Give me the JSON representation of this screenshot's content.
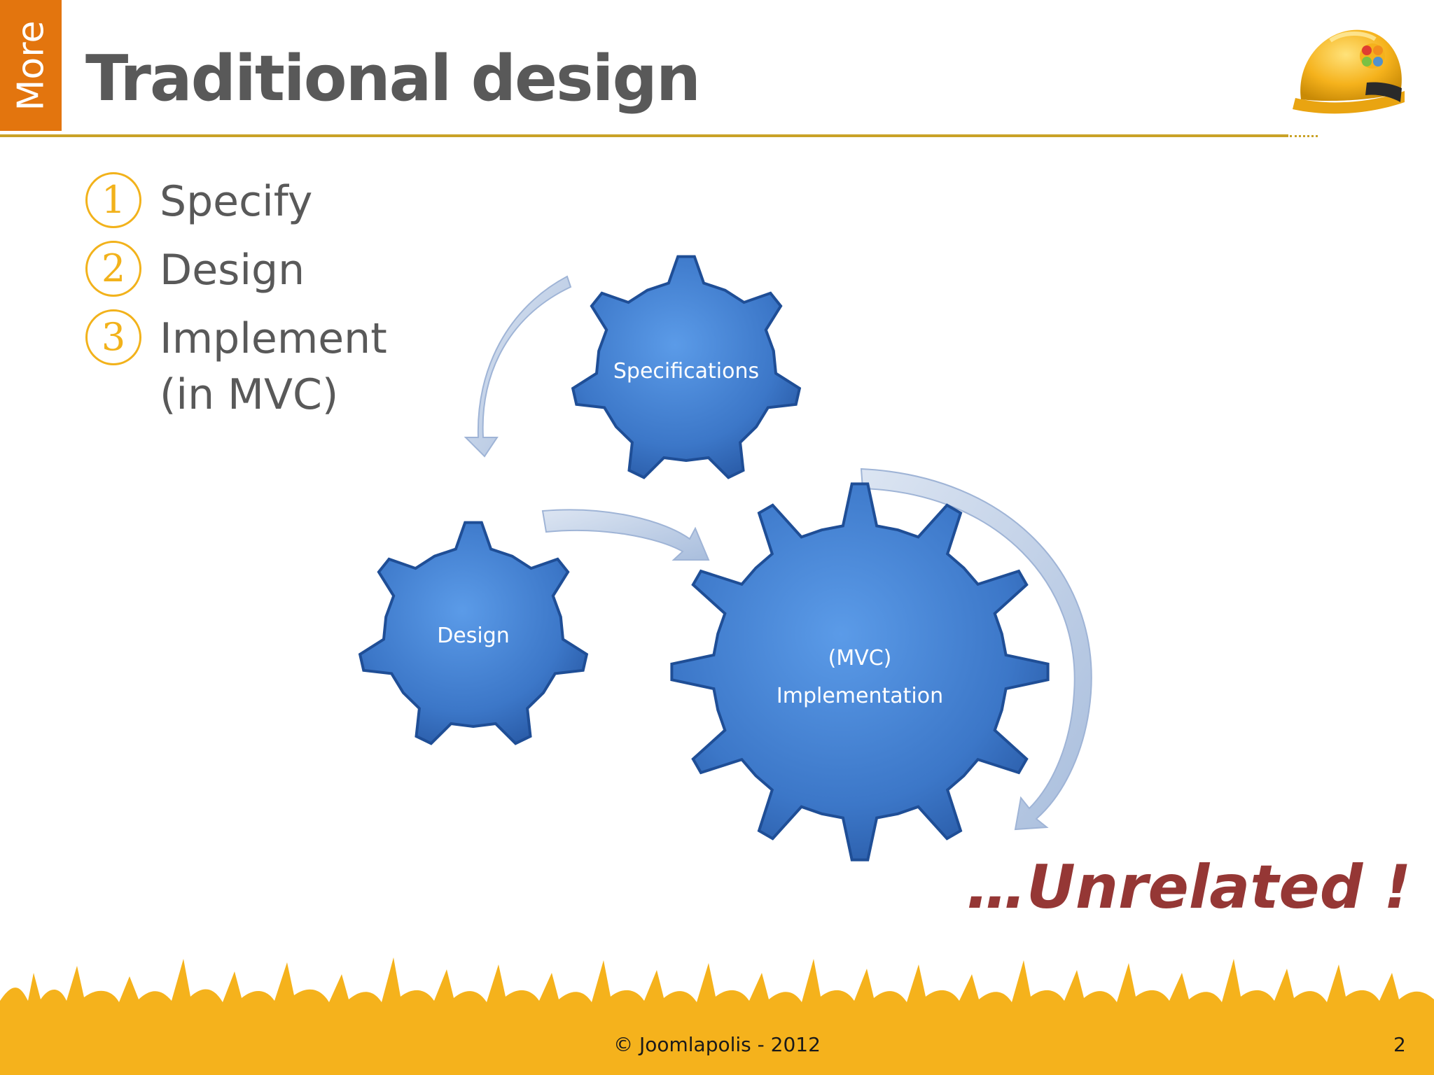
{
  "header": {
    "tab_label": "More",
    "title": "Traditional design"
  },
  "steps": [
    {
      "number": "1",
      "label": "Specify"
    },
    {
      "number": "2",
      "label": "Design"
    },
    {
      "number": "3",
      "label": "Implement",
      "label_line2": "(in MVC)"
    }
  ],
  "diagram": {
    "gears": [
      {
        "id": "specifications",
        "label": "Specifications"
      },
      {
        "id": "design",
        "label": "Design"
      },
      {
        "id": "implementation",
        "label_line1": "(MVC)",
        "label_line2": "Implementation"
      }
    ]
  },
  "callout": "…Unrelated !",
  "footer": {
    "copyright": "© Joomlapolis - 2012",
    "page_number": "2"
  },
  "colors": {
    "tab": "#E3750E",
    "title": "#595959",
    "rule": "#C9A227",
    "step_number": "#F2B21B",
    "gear_fill": "#3F7FD0",
    "gear_edge": "#1F4E96",
    "arrow": "#B8C9E2",
    "callout": "#953735",
    "footer_band": "#F5B21C"
  }
}
